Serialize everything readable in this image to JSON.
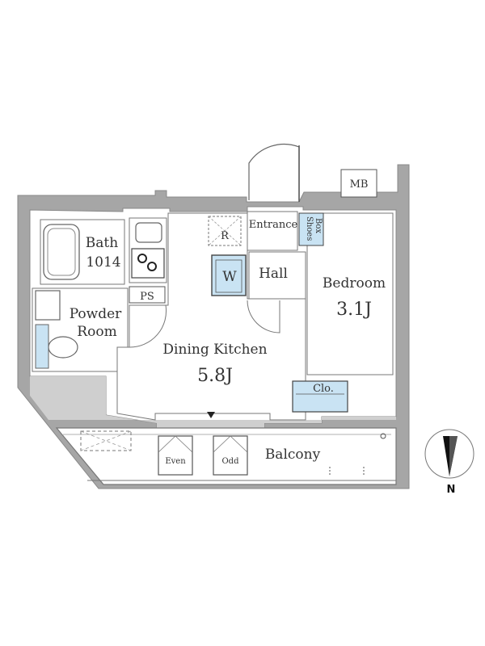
{
  "plan": {
    "rooms": {
      "bath": {
        "label": "Bath",
        "size": "1014"
      },
      "powder": {
        "label_line1": "Powder",
        "label_line2": "Room"
      },
      "dining": {
        "label": "Dining Kitchen",
        "size": "5.8J"
      },
      "bedroom": {
        "label": "Bedroom",
        "size": "3.1J"
      },
      "entrance": {
        "label": "Entrance"
      },
      "hall": {
        "label": "Hall"
      },
      "balcony": {
        "label": "Balcony"
      }
    },
    "fixtures": {
      "mb": "MB",
      "ps": "PS",
      "fridge": "R",
      "washer": "W",
      "closet": "Clo.",
      "shoes_box_line1": "Shoes",
      "shoes_box_line2": "Box",
      "hatch_even": "Even",
      "hatch_odd": "Odd"
    },
    "compass": {
      "label": "N"
    },
    "colors": {
      "wall": "#a6a6a6",
      "line": "#555555",
      "water": "#c9e3f3"
    }
  }
}
